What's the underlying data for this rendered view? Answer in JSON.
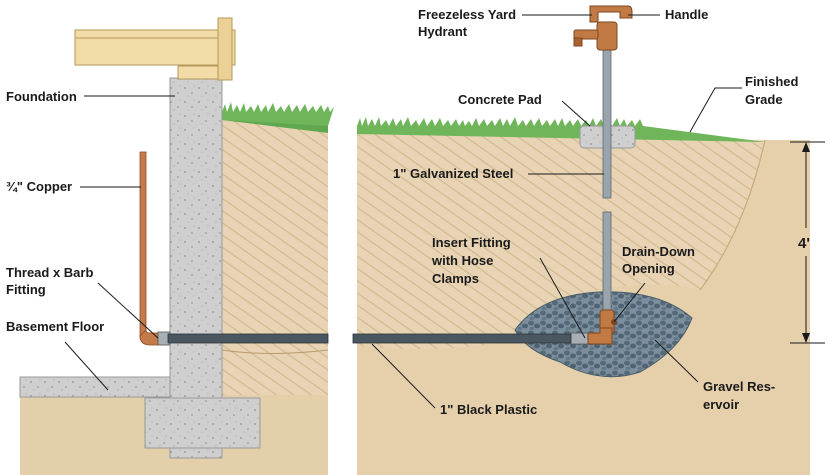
{
  "labels": {
    "hydrant_line1": "Freezeless Yard",
    "hydrant_line2": "Hydrant",
    "handle": "Handle",
    "foundation": "Foundation",
    "finished_line1": "Finished",
    "finished_line2": "Grade",
    "concrete_pad": "Concrete Pad",
    "copper": "¾\" Copper",
    "galvanized": "1\" Galvanized Steel",
    "depth": "4'",
    "insert_line1": "Insert Fitting",
    "insert_line2": "with Hose",
    "insert_line3": "Clamps",
    "drain_line1": "Drain-Down",
    "drain_line2": "Opening",
    "thread_line1": "Thread x Barb",
    "thread_line2": "Fitting",
    "basement_floor": "Basement Floor",
    "gravel_line1": "Gravel Res-",
    "gravel_line2": "ervoir",
    "black_plastic": "1\" Black Plastic"
  },
  "colors": {
    "soil": "#e8d4b4",
    "soil_dark": "#dcc39a",
    "concrete": "#cfcfcf",
    "lumber": "#f1dca8",
    "grass": "#5fa84f",
    "copper": "#c57a4a",
    "steel": "#9aa4ad",
    "plastic": "#4a5660",
    "gravel": "#5d7282",
    "hydrant": "#c27a45"
  }
}
